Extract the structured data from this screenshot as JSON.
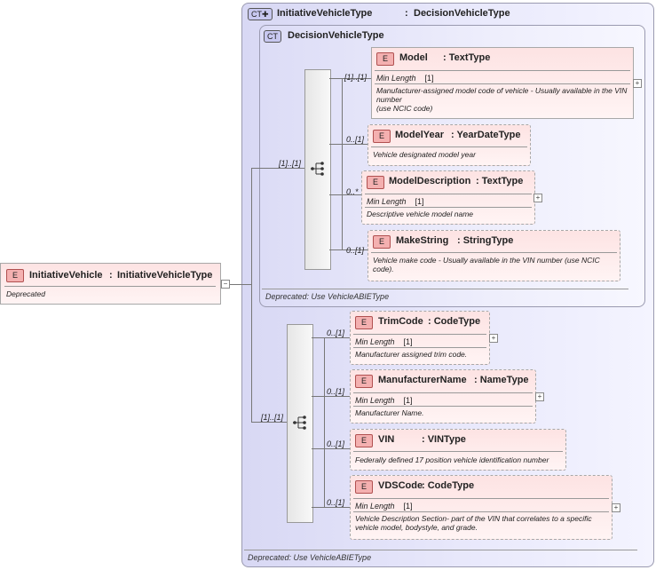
{
  "root": {
    "badge": "E",
    "name": "InitiativeVehicle",
    "type_sep": ":",
    "type": "InitiativeVehicleType",
    "description": "Deprecated"
  },
  "outer_type": {
    "badge": "CT",
    "name": "InitiativeVehicleType",
    "sep": ":",
    "base": "DecisionVehicleType",
    "footer": "Deprecated: Use VehicleABIEType"
  },
  "inner_type": {
    "badge": "CT",
    "name": "DecisionVehicleType",
    "footer": "Deprecated: Use VehicleABIEType",
    "sequence_card": "[1]..[1]"
  },
  "outer_sequence_card": "[1]..[1]",
  "inner_elements": [
    {
      "badge": "E",
      "name": "Model",
      "type": ": TextType",
      "card": "[1]..[1]",
      "facet": "Min Length",
      "facet_value": "[1]",
      "desc": "Manufacturer-assigned model code of vehicle - Usually available in the VIN number\n(use NCIC code)"
    },
    {
      "badge": "E",
      "name": "ModelYear",
      "type": ": YearDateType",
      "card": "0..[1]",
      "desc": "Vehicle designated model year"
    },
    {
      "badge": "E",
      "name": "ModelDescription",
      "type": ": TextType",
      "card": "0..*",
      "facet": "Min Length",
      "facet_value": "[1]",
      "desc": "Descriptive vehicle model name"
    },
    {
      "badge": "E",
      "name": "MakeString",
      "type": ": StringType",
      "card": "0..[1]",
      "desc": "Vehicle make code - Usually available in the VIN number (use NCIC code)."
    }
  ],
  "outer_elements": [
    {
      "badge": "E",
      "name": "TrimCode",
      "type": ": CodeType",
      "card": "0..[1]",
      "facet": "Min Length",
      "facet_value": "[1]",
      "desc": "Manufacturer assigned trim code."
    },
    {
      "badge": "E",
      "name": "ManufacturerName",
      "type": ": NameType",
      "card": "0..[1]",
      "facet": "Min Length",
      "facet_value": "[1]",
      "desc": "Manufacturer Name."
    },
    {
      "badge": "E",
      "name": "VIN",
      "type": ": VINType",
      "card": "0..[1]",
      "desc": "Federally defined 17 position vehicle identification number"
    },
    {
      "badge": "E",
      "name": "VDSCode",
      "type": ": CodeType",
      "card": "0..[1]",
      "facet": "Min Length",
      "facet_value": "[1]",
      "desc": "Vehicle Description Section- part of the VIN that correlates to a specific vehicle model, bodystyle, and grade."
    }
  ],
  "icons": {
    "collapse": "minus-box-icon",
    "expand": "plus-box-icon",
    "sequence": "sequence-compositor-icon"
  }
}
